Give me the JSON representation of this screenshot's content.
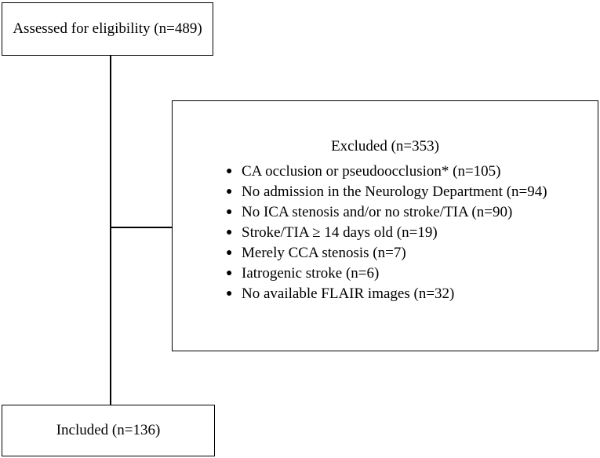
{
  "assessed": {
    "label": "Assessed for eligibility (n=489)"
  },
  "excluded": {
    "title": "Excluded (n=353)",
    "items": [
      "CA occlusion or pseudoocclusion* (n=105)",
      "No admission in the Neurology Department (n=94)",
      "No ICA stenosis and/or no stroke/TIA (n=90)",
      "Stroke/TIA ≥ 14 days old (n=19)",
      "Merely CCA stenosis (n=7)",
      "Iatrogenic stroke (n=6)",
      "No available FLAIR images (n=32)"
    ]
  },
  "included": {
    "label": "Included (n=136)"
  }
}
